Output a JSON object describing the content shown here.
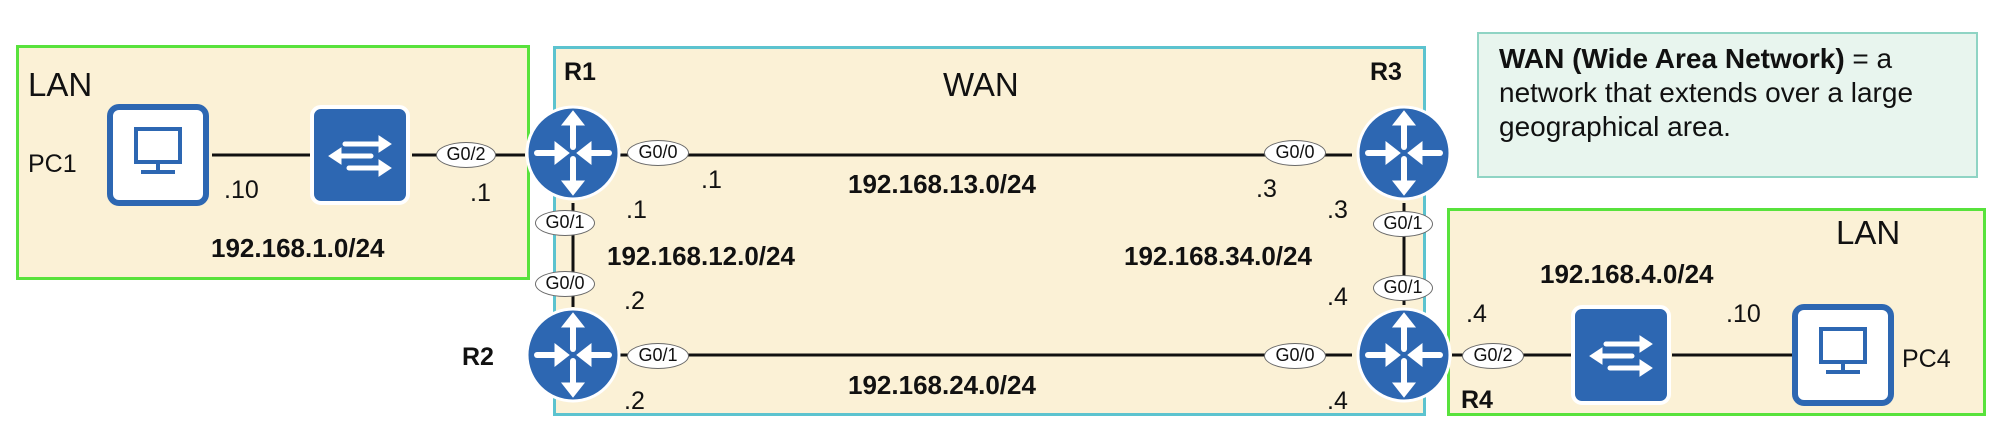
{
  "regions": {
    "lan_left": "LAN",
    "lan_right": "LAN",
    "wan": "WAN"
  },
  "note": {
    "bold": "WAN (Wide Area Network)",
    "rest": " = a network that extends over a large geographical area."
  },
  "devices": {
    "pc1": "PC1",
    "pc4": "PC4",
    "r1": "R1",
    "r2": "R2",
    "r3": "R3",
    "r4": "R4"
  },
  "ports": {
    "r1_g02": "G0/2",
    "r1_g00": "G0/0",
    "r1_g01": "G0/1",
    "r2_g00": "G0/0",
    "r2_g01": "G0/1",
    "r3_g00": "G0/0",
    "r3_g01": "G0/1",
    "r4_g01": "G0/1",
    "r4_g00": "G0/0",
    "r4_g02": "G0/2"
  },
  "networks": {
    "lan1": "192.168.1.0/24",
    "r1_r3": "192.168.13.0/24",
    "r1_r2": "192.168.12.0/24",
    "r3_r4": "192.168.34.0/24",
    "r2_r4": "192.168.24.0/24",
    "lan4": "192.168.4.0/24"
  },
  "addresses": {
    "pc1": ".10",
    "r1_g02": ".1",
    "r1_g00": ".1",
    "r1_g01": ".1",
    "r2_g00": ".2",
    "r2_g01": ".2",
    "r3_g00": ".3",
    "r3_g01": ".3",
    "r4_g01": ".4",
    "r4_g00": ".4",
    "r4_g02": ".4",
    "pc4": ".10"
  },
  "colors": {
    "lan_border": "#58e23c",
    "wan_border": "#5cc3cf",
    "region_fill": "#fbf1d6",
    "device_blue": "#2d67b2"
  }
}
